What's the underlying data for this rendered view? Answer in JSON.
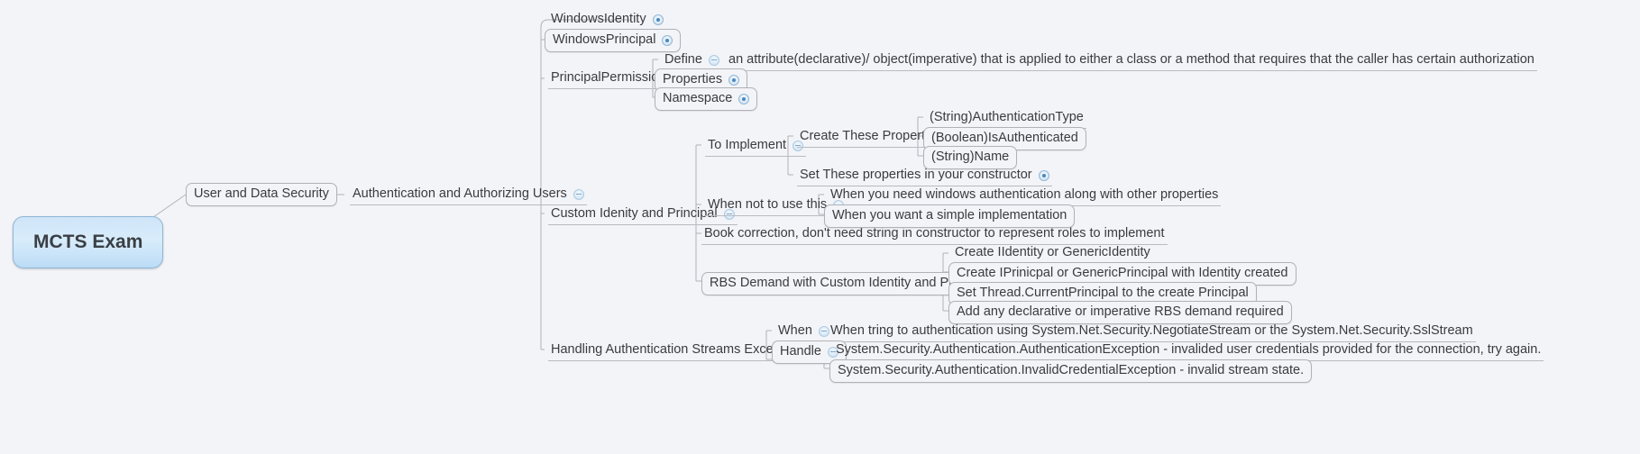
{
  "app": {
    "kind": "mind-map",
    "background": "#f2f4f7",
    "root_fill": "#cfe5f8",
    "line_color": "#b9bbc0"
  },
  "root": {
    "label": "MCTS Exam"
  },
  "nodes": {
    "user_and_data_security": "User and Data Security",
    "authentication_and_authorizing_users": "Authentication and Authorizing Users",
    "windows_identity": "WindowsIdentity",
    "windows_principal": "WindowsPrincipal",
    "principal_permission": "PrincipalPermission",
    "define": "Define",
    "define_text": "an attribute(declarative)/ object(imperative) that is applied to either a class or a method that requires that the caller has certain authorization",
    "properties": "Properties",
    "namespace": "Namespace",
    "custom_identity_and_principal": "Custom Idenity and Principal",
    "to_implement": "To Implement",
    "create_these_properties": "Create These Properties",
    "prop_authentication_type": "(String)AuthenticationType",
    "prop_is_authenticated": "(Boolean)IsAuthenticated",
    "prop_name": "(String)Name",
    "set_these_properties": "Set These properties in your constructor",
    "when_not_to_use_this": "When not to use this",
    "need_windows_auth": "When you need windows authentication along with other properties",
    "want_simple_impl": "When you want a simple implementation",
    "book_correction": "Book correction, don't need string in constructor to represent roles to implement",
    "rbs_demand": "RBS Demand with Custom Identity and Principals",
    "rbs_1": "Create IIdentity or GenericIdentity",
    "rbs_2": "Create IPrinicpal or GenericPrincipal with Identity created",
    "rbs_3": "Set Thread.CurrentPrincipal to the create Principal",
    "rbs_4": "Add any declarative or imperative RBS demand required",
    "handling_auth_streams": "Handling Authentication Streams Exceptions",
    "when": "When",
    "when_text": "When tring to authentication using System.Net.Security.NegotiateStream or the System.Net.Security.SslStream",
    "handle": "Handle",
    "handle_1": "System.Security.Authentication.AuthenticationException - invalided user credentials provided for the connection, try again.",
    "handle_2": "System.Security.Authentication.InvalidCredentialException - invalid stream state."
  },
  "icons": {
    "collapsed": "collapsed-dot-bubble-icon",
    "expanded": "expanded-minus-bubble-icon"
  }
}
